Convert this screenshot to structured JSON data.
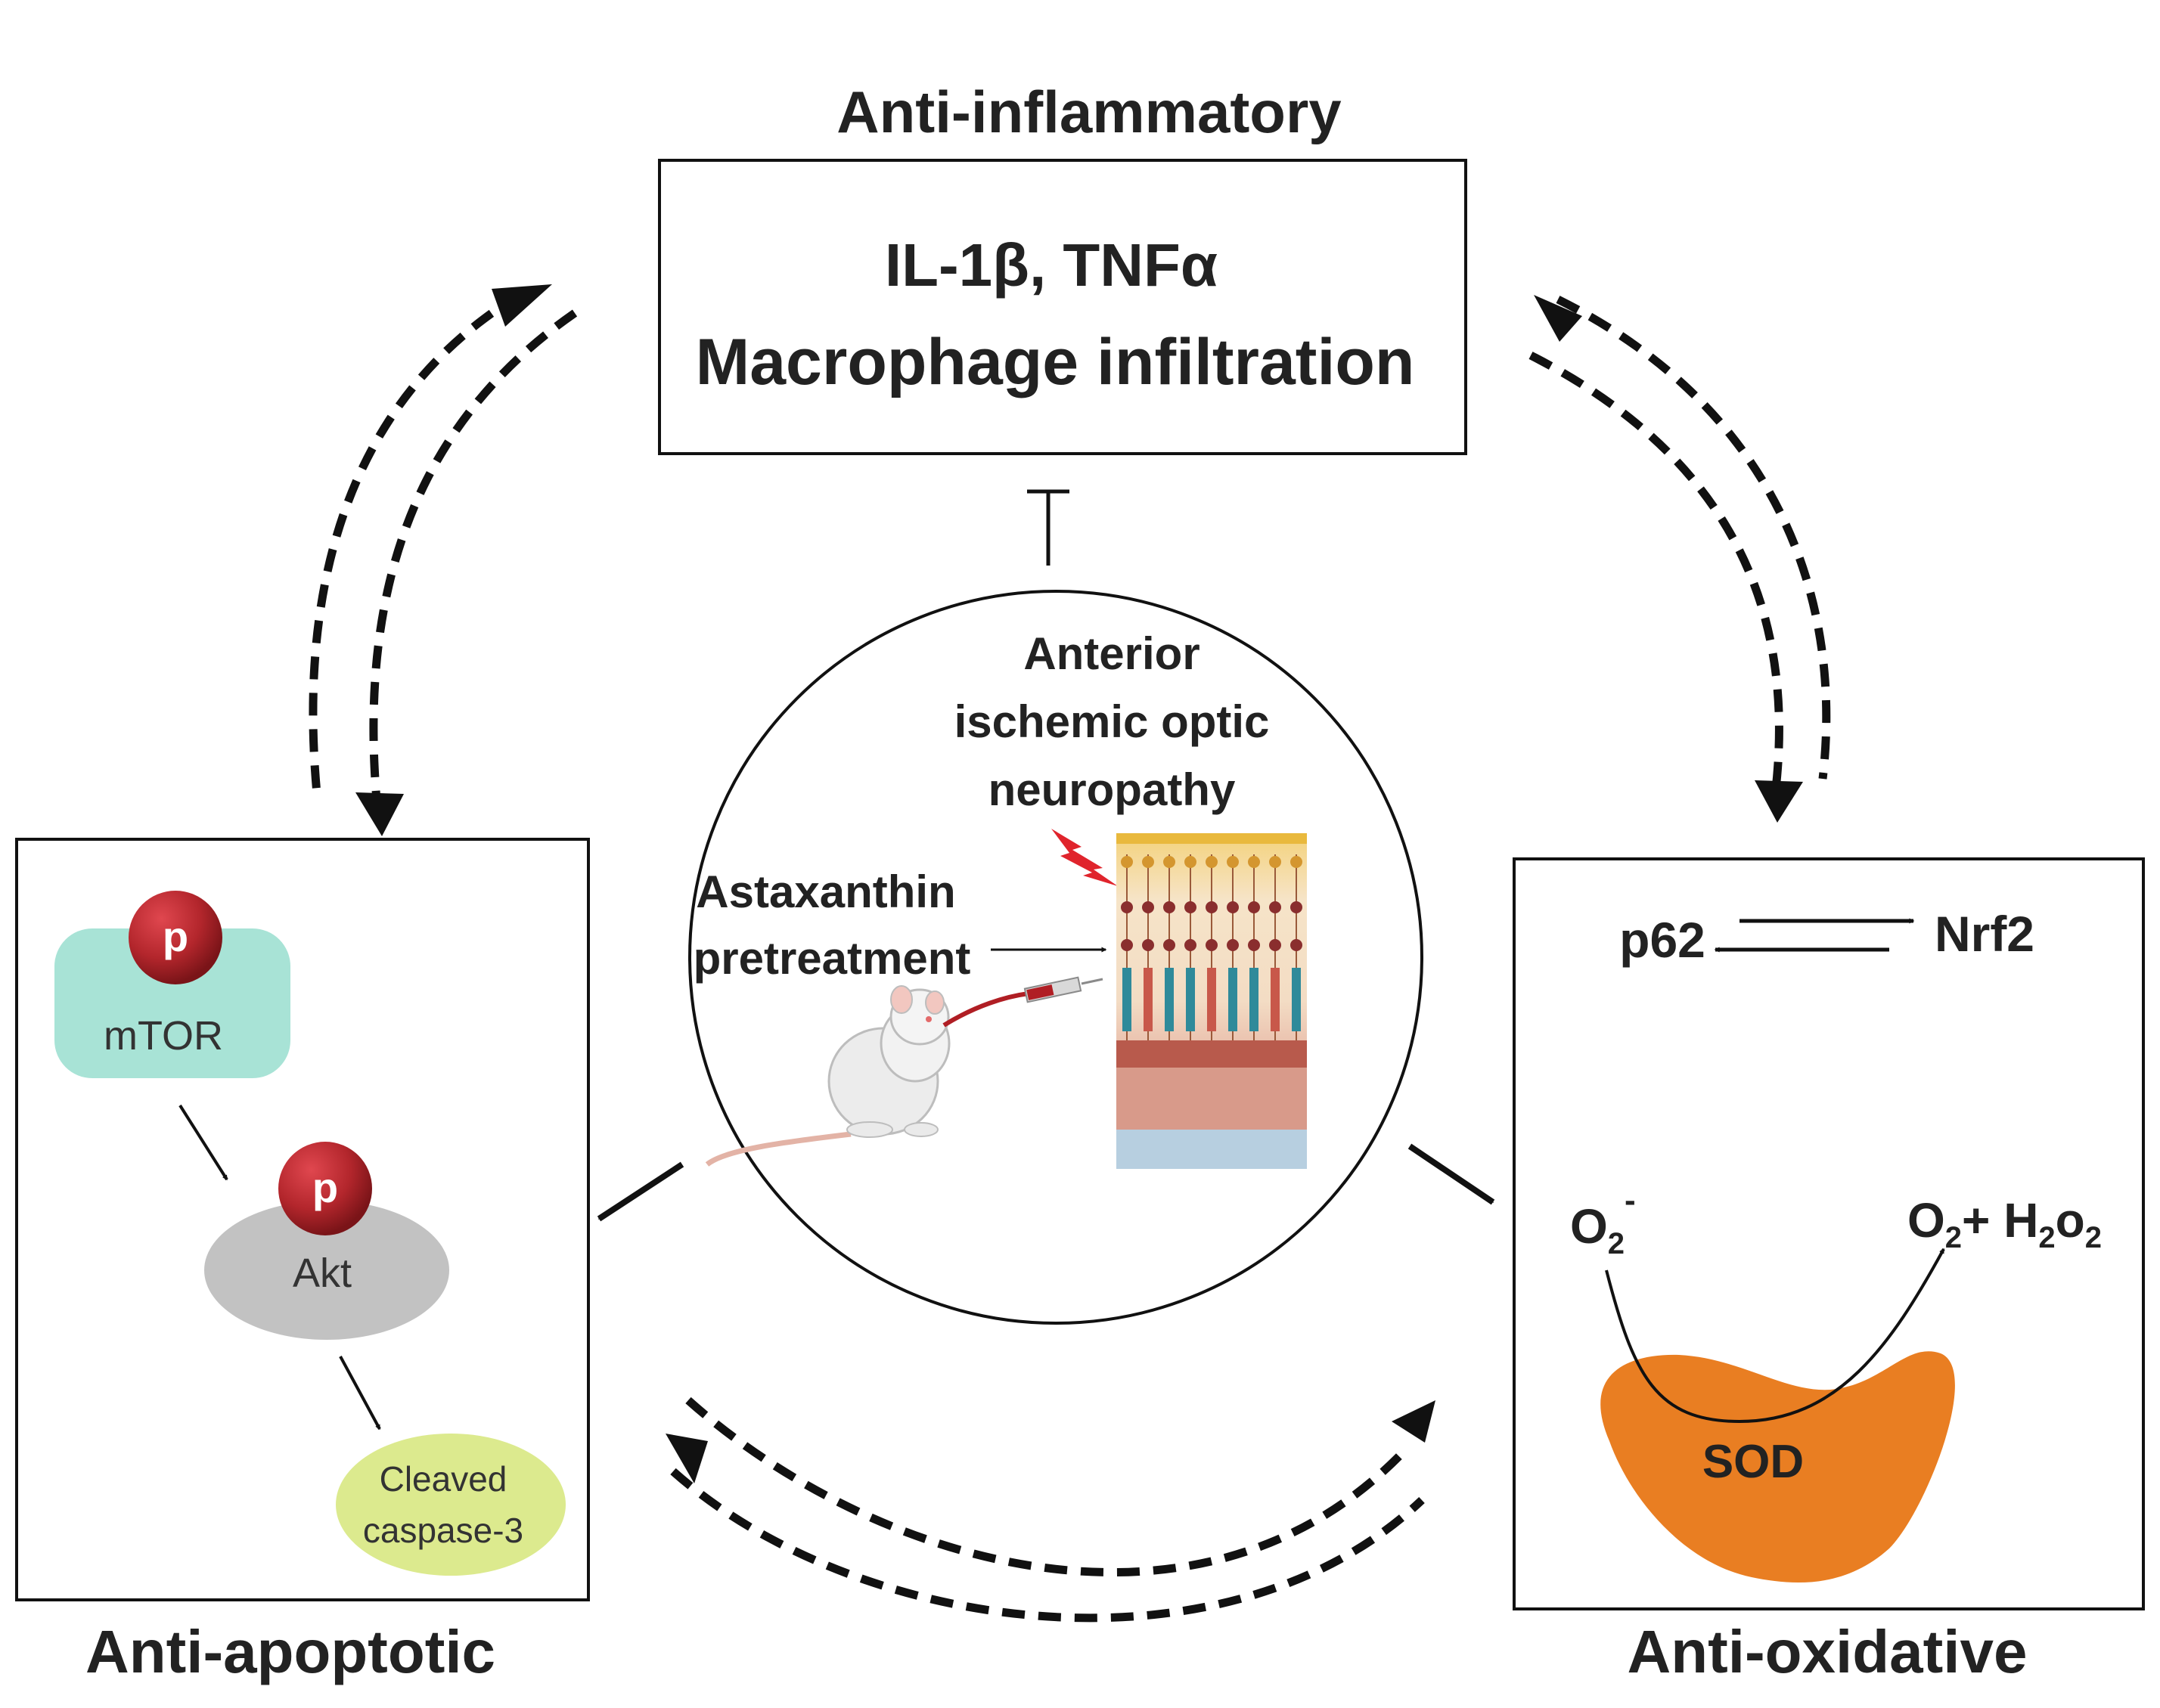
{
  "top": {
    "heading": "Anti-inflammatory",
    "box_line1": "IL-1β, TNFα",
    "box_line2": "Macrophage infiltration"
  },
  "center": {
    "condition_line1": "Anterior",
    "condition_line2": "ischemic optic",
    "condition_line3": "neuropathy",
    "treatment_line1": "Astaxanthin",
    "treatment_line2": "pretreatment"
  },
  "left": {
    "heading": "Anti-apoptotic",
    "mtor_label": "mTOR",
    "akt_label": "Akt",
    "phospho_label": "p",
    "caspase_line1": "Cleaved",
    "caspase_line2": "caspase-3"
  },
  "right": {
    "heading": "Anti-oxidative",
    "p62_label": "p62",
    "nrf2_label": "Nrf2",
    "o2_label": "O",
    "o2_sub": "2",
    "o2_sup": "-",
    "product_o": "O",
    "product_sub1": "2",
    "product_plus_h": "+ H",
    "product_sub2": "2",
    "product_o2": "o",
    "product_sub3": "2",
    "sod_label": "SOD"
  },
  "colors": {
    "mtor_fill": "#a8e3d6",
    "akt_fill": "#c2c2c2",
    "caspase_fill": "#dcea8e",
    "phospho_fill": "#b3262c",
    "sod_fill": "#e97e22",
    "lightning": "#e0242c"
  },
  "icons": [
    "inhibition-bar-icon",
    "lightning-icon",
    "mouse-icon",
    "syringe-icon",
    "retina-layers-icon",
    "dashed-double-arrow-icon"
  ]
}
